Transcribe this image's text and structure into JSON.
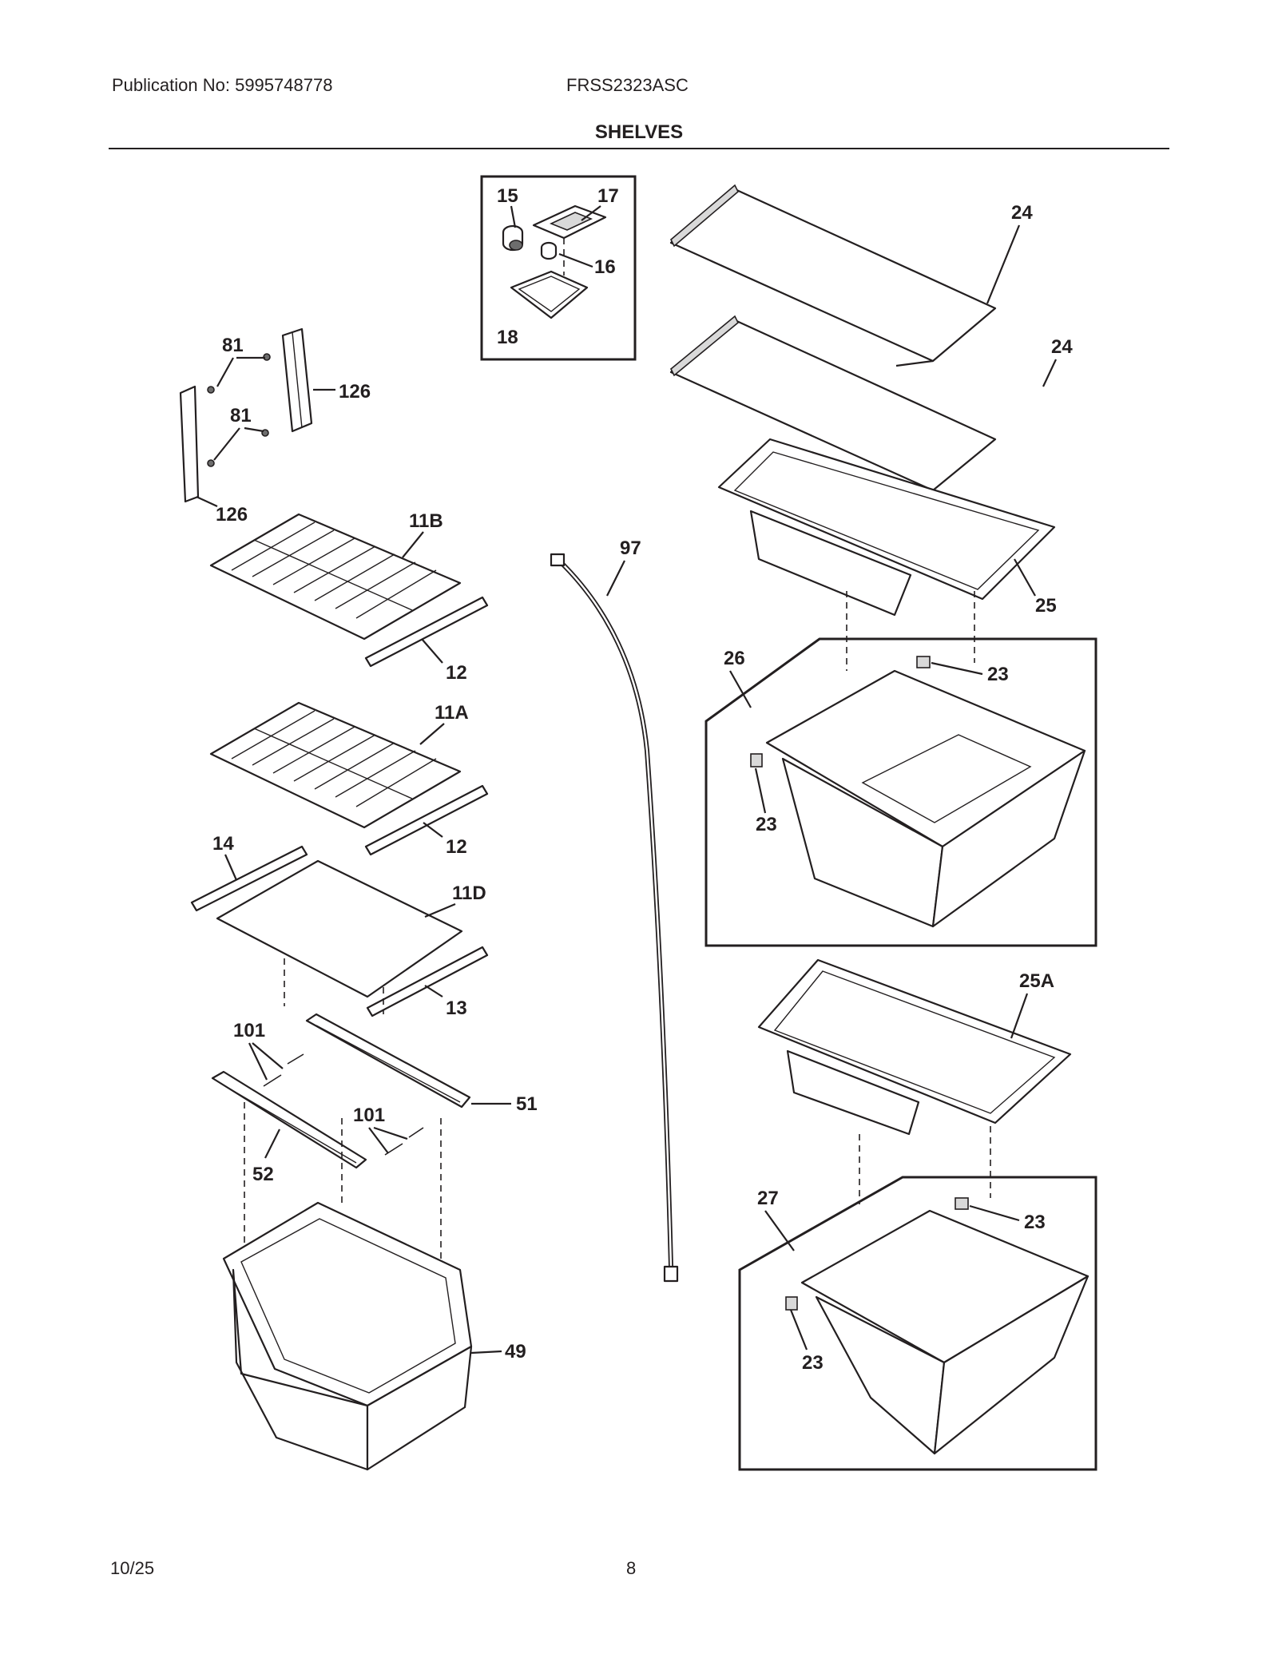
{
  "header": {
    "publication": "Publication No: 5995748778",
    "model": "FRSS2323ASC",
    "section_title": "SHELVES"
  },
  "footer": {
    "date": "10/25",
    "page": "8"
  },
  "callouts": {
    "c15": "15",
    "c17": "17",
    "c16": "16",
    "c18": "18",
    "c24a": "24",
    "c24b": "24",
    "c25": "25",
    "c26": "26",
    "c23a": "23",
    "c23b": "23",
    "c25A": "25A",
    "c27": "27",
    "c23c": "23",
    "c23d": "23",
    "c81a": "81",
    "c81b": "81",
    "c126a": "126",
    "c126b": "126",
    "c11B": "11B",
    "c12a": "12",
    "c11A": "11A",
    "c12b": "12",
    "c14": "14",
    "c11D": "11D",
    "c13": "13",
    "c101a": "101",
    "c101b": "101",
    "c51": "51",
    "c52": "52",
    "c49": "49",
    "c97": "97"
  }
}
